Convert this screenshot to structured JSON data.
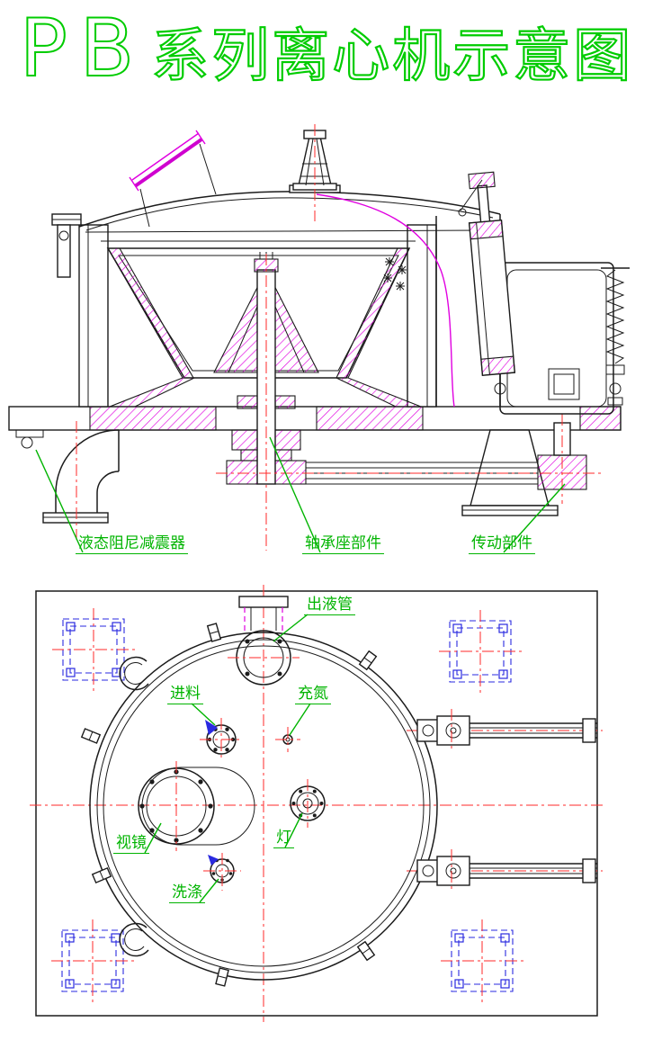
{
  "title_latin": "PB",
  "title_cjk": "系列离心机示意图",
  "colors": {
    "title_green": "#00cc00",
    "label_green": "#00b400",
    "hatch_magenta": "#e000e0",
    "centerline_red": "#ff2a2a",
    "aux_blue": "#2a2ae0",
    "line_black": "#1b1b1b",
    "background": "#ffffff"
  },
  "labels": {
    "damper": "液态阻尼减震器",
    "bearing": "轴承座部件",
    "drive": "传动部件",
    "outlet": "出液管",
    "feed": "进料",
    "nitrogen": "充氮",
    "sight": "视镜",
    "lamp": "灯",
    "wash": "洗涤"
  }
}
